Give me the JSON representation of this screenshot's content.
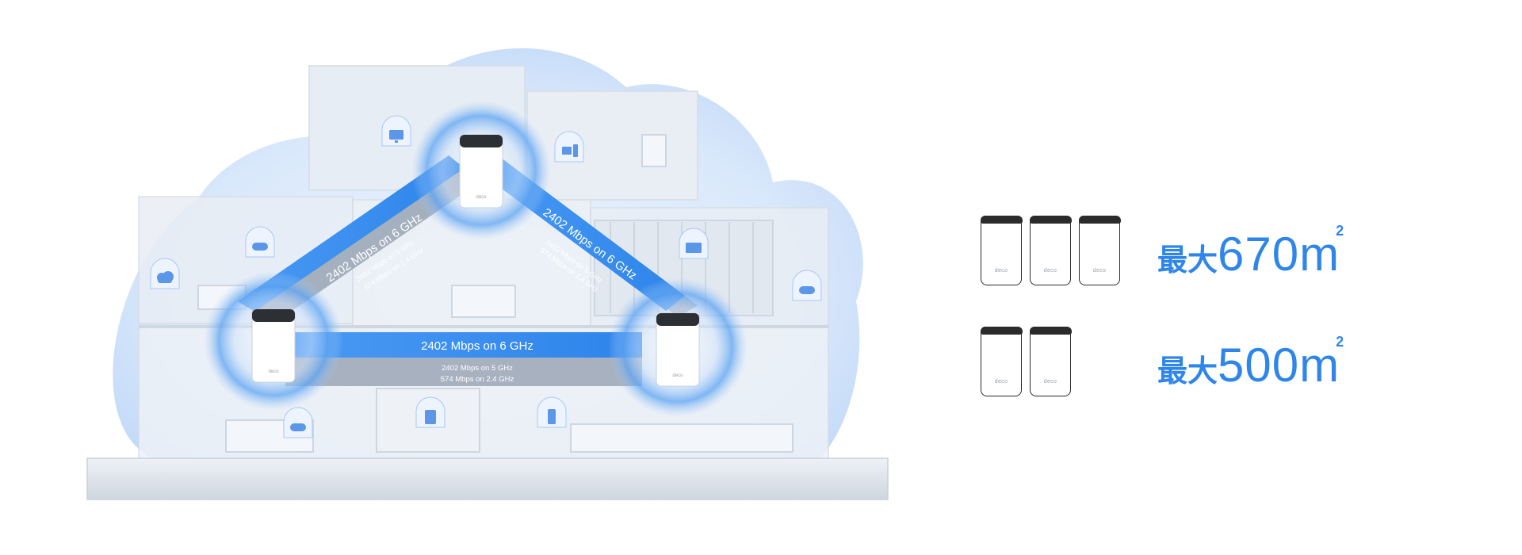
{
  "colors": {
    "accent": "#2f86ea",
    "cloud": "#dbe9fb",
    "link_main": "#3b8ff0",
    "link_secondary": "#8e98a6"
  },
  "links": [
    {
      "name": "left-link",
      "primary": "2402 Mbps on 6 GHz",
      "secondary_5": "2402 Mbps on 5 GHz",
      "secondary_24": "574 Mbps on 2.4 GHz"
    },
    {
      "name": "right-link",
      "primary": "2402 Mbps on 6 GHz",
      "secondary_5": "2402 Mbps on 5 GHz",
      "secondary_24": "574 Mbps on 2.4 GHz"
    },
    {
      "name": "bottom-link",
      "primary": "2402 Mbps on 6 GHz",
      "secondary_5": "2402 Mbps on 5 GHz",
      "secondary_24": "574 Mbps on 2.4 GHz"
    }
  ],
  "unit_logo": "deco",
  "room_icons": [
    "monitor-icon",
    "computer-icon",
    "gamepad-icon",
    "tv-icon",
    "cloud-icon",
    "gamepad-icon",
    "gamepad-icon",
    "tablet-icon",
    "phone-icon"
  ],
  "coverage": [
    {
      "units": 3,
      "prefix": "最大",
      "value": "670",
      "unit": "m",
      "sup": "2"
    },
    {
      "units": 2,
      "prefix": "最大",
      "value": "500",
      "unit": "m",
      "sup": "2"
    }
  ]
}
